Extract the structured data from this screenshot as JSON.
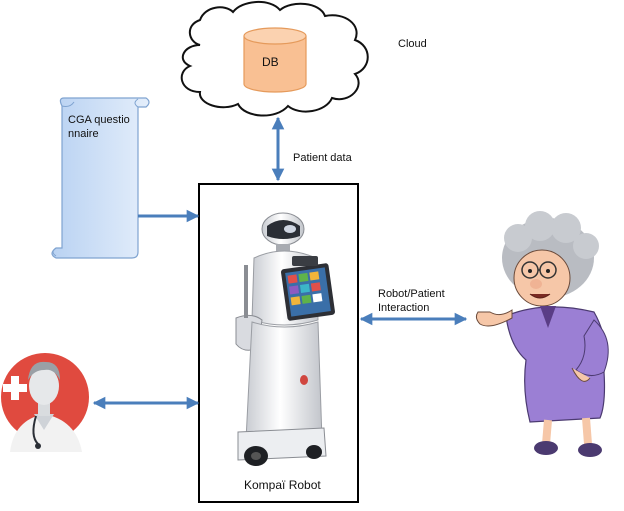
{
  "diagram": {
    "db_label": "DB",
    "cloud_label": "Cloud",
    "patient_data_label": "Patient data",
    "cga_label": "CGA questionnaire",
    "interaction_label_line1": "Robot/Patient",
    "interaction_label_line2": "Interaction",
    "robot_label": "Kompaï Robot"
  },
  "colors": {
    "arrow": "#4a7ebb",
    "db_fill": "#f9c093",
    "db_stroke": "#e59a5b",
    "scroll_fill": "#cfe0f7",
    "scroll_stroke": "#7fa3d0",
    "doctor_circle": "#e04a3f",
    "grandma_dress": "#9b7fd4"
  },
  "icons": [
    "cloud-icon",
    "database-icon",
    "scroll-icon",
    "robot-image",
    "doctor-avatar-icon",
    "grandmother-image"
  ]
}
